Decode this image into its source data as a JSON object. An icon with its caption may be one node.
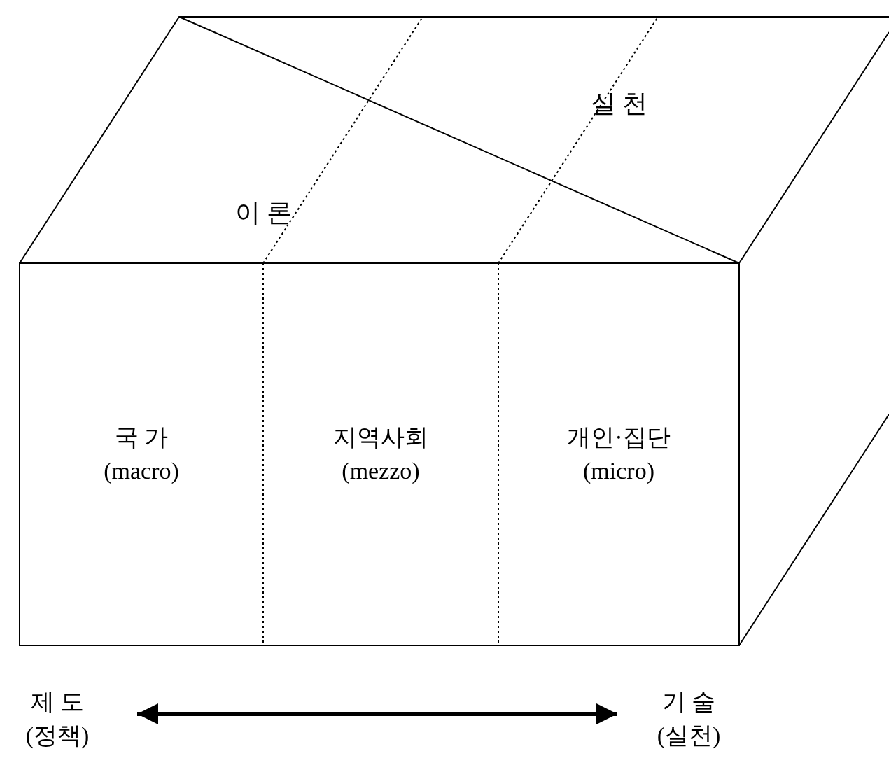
{
  "diagram": {
    "nodes": [
      {
        "text": [
          "국 가",
          "(macro)"
        ]
      },
      {
        "text": [
          "지역사회",
          "(mezzo)"
        ]
      },
      {
        "text": [
          "개인·집단",
          "(micro)"
        ]
      },
      {
        "text": [
          "제 도",
          "(정책)"
        ]
      },
      {
        "text": [
          "기 술",
          "(실천)"
        ]
      }
    ],
    "edges": [
      {
        "from": 3,
        "to": 4,
        "arrow": "both"
      }
    ],
    "labels": [
      "이 론",
      "실 천"
    ]
  }
}
